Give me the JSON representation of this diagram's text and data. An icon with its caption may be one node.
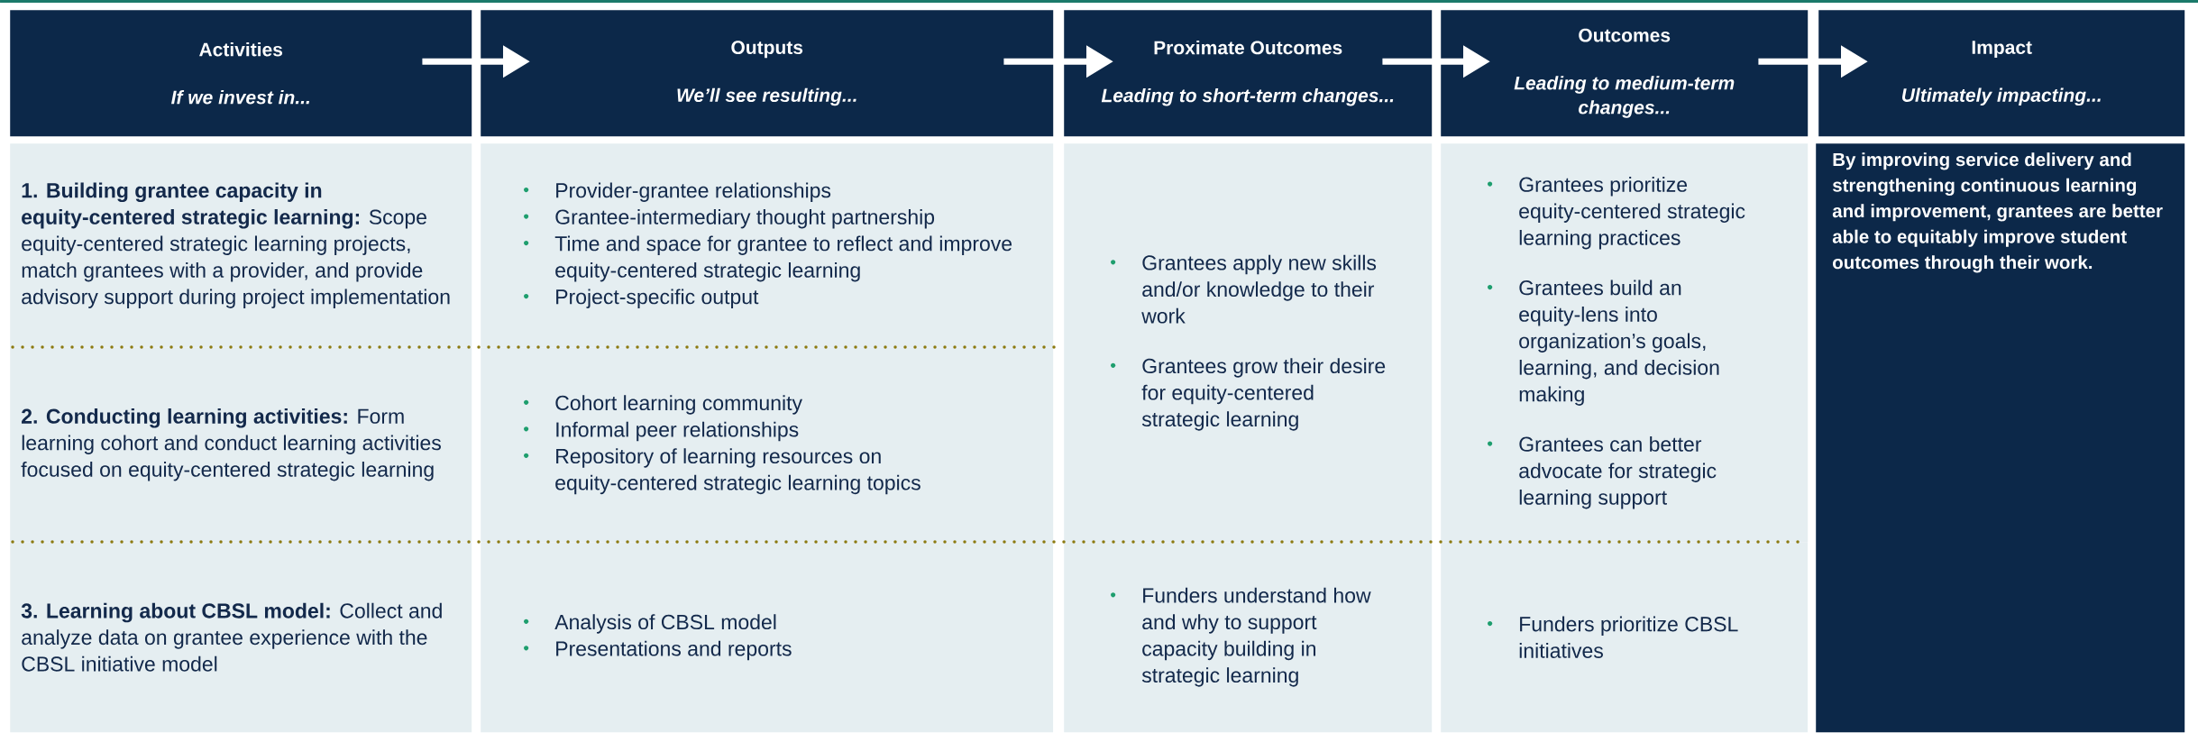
{
  "diagram": {
    "nodes": [
      {
        "text": [
          "Activities",
          "If we invest in..."
        ]
      },
      {
        "text": [
          "Outputs",
          "We’ll see resulting..."
        ]
      },
      {
        "text": [
          "Proximate Outcomes",
          "Leading to short-term changes..."
        ]
      },
      {
        "text": [
          "Outcomes",
          "Leading to medium-term changes..."
        ]
      },
      {
        "text": [
          "Impact",
          "Ultimately impacting..."
        ]
      },
      {
        "text": [
          "**1. Building grantee capacity in equity-centered strategic learning:** Scope equity-centered strategic learning projects, match grantees with a provider, and provide advisory support during project implementation"
        ]
      },
      {
        "text": [
          "Provider-grantee relationships",
          "Grantee-intermediary thought partnership",
          "Time and space for grantee to reflect and improve equity-centered strategic learning",
          "Project-specific output"
        ]
      },
      {
        "text": [
          "Grantees apply new skills and/or knowledge to their work",
          "Grantees grow their desire for equity-centered strategic learning"
        ]
      },
      {
        "text": [
          "Grantees prioritize equity-centered strategic learning practices",
          "Grantees build an equity-lens into organization’s goals, learning, and decision making",
          "Grantees can better advocate for strategic learning support"
        ]
      },
      {
        "text": [
          "By improving service delivery and strengthening continuous learning and improvement, grantees are better able to equitably improve student outcomes through their work."
        ]
      },
      {
        "text": [
          "**2. Conducting learning activities:** Form learning cohort and conduct learning activities focused on equity-centered strategic learning"
        ]
      },
      {
        "text": [
          "Cohort learning community",
          "Informal peer relationships",
          "Repository of learning resources on equity-centered strategic learning topics"
        ]
      },
      {
        "text": [
          "**3. Learning about CBSL model:** Collect and analyze data on grantee experience with the CBSL initiative model"
        ]
      },
      {
        "text": [
          "Analysis of CBSL model",
          "Presentations and reports"
        ]
      },
      {
        "text": [
          "Funders understand how and why to support capacity building in strategic learning"
        ]
      },
      {
        "text": [
          "Funders prioritize CBSL initiatives"
        ]
      }
    ],
    "edges": [
      {
        "from": 0,
        "to": 1,
        "arrow": "to"
      },
      {
        "from": 1,
        "to": 2,
        "arrow": "to"
      },
      {
        "from": 2,
        "to": 3,
        "arrow": "to"
      },
      {
        "from": 3,
        "to": 4,
        "arrow": "to"
      }
    ]
  }
}
